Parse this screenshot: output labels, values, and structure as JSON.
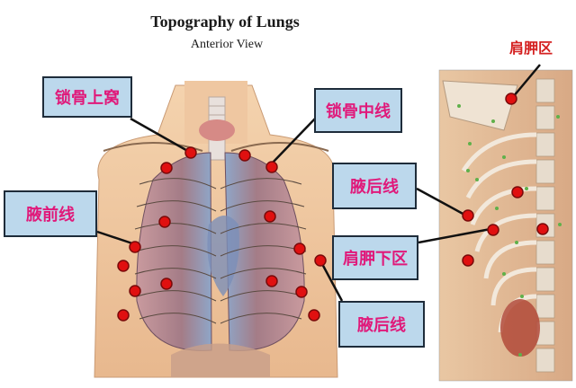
{
  "figure": {
    "title": "Topography of Lungs",
    "subtitle": "Anterior View"
  },
  "labels": {
    "supraclavicular_fossa": "锁骨上窝",
    "midclavicular_line": "锁骨中线",
    "anterior_axillary_line": "腋前线",
    "posterior_axillary_line_upper": "腋后线",
    "infrascapular_region": "肩胛下区",
    "posterior_axillary_line_lower": "腋后线",
    "scapular_region": "肩胛区"
  },
  "colors": {
    "marker": "#e01010",
    "label_bg": "#bcd8ec",
    "label_text": "#e0197a",
    "lung": "#b8868a",
    "skin": "#f0c9a0"
  }
}
